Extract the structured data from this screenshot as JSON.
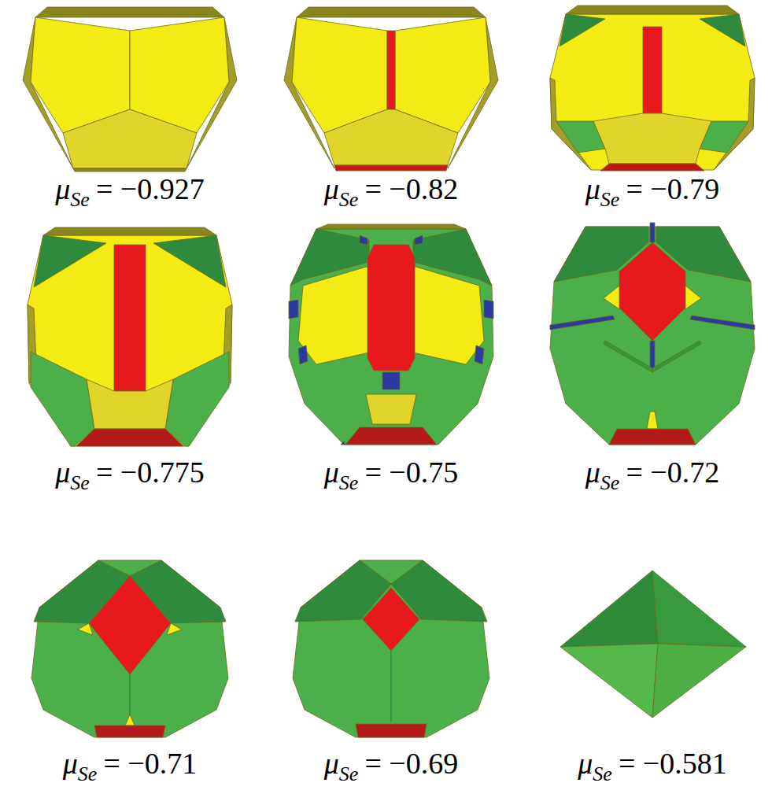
{
  "diagram": {
    "labels": [
      "μ",
      "Se",
      "= −0.927",
      "μ",
      "Se",
      "= −0.82",
      "μ",
      "Se",
      "= −0.79",
      "μ",
      "Se",
      "= −0.775",
      "μ",
      "Se",
      "= −0.75",
      "μ",
      "Se",
      "= −0.72",
      "μ",
      "Se",
      "= −0.71",
      "μ",
      "Se",
      "= −0.69",
      "μ",
      "Se",
      "= −0.581"
    ]
  }
}
